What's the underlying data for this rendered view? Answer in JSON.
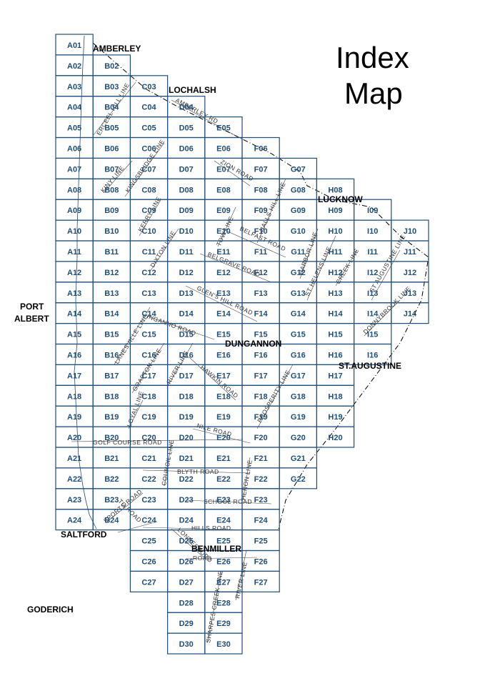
{
  "title_line1": "Index",
  "title_line2": "Map",
  "colors": {
    "grid": "#1f4e79",
    "road": "#444444",
    "text": "#000000"
  },
  "places": [
    {
      "name": "AMBERLEY"
    },
    {
      "name": "LOCHALSH"
    },
    {
      "name": "LUCKNOW"
    },
    {
      "name": "PORT"
    },
    {
      "name": "ALBERT"
    },
    {
      "name": "DUNGANNON"
    },
    {
      "name": "ST.AUGUSTINE"
    },
    {
      "name": "SALTFORD"
    },
    {
      "name": "BENMILLER"
    },
    {
      "name": "GODERICH"
    }
  ],
  "roads": [
    {
      "name": "ERCEEL HILL LINE"
    },
    {
      "name": "AMBERLEY RD"
    },
    {
      "name": "KINY LINE"
    },
    {
      "name": "KINGSBRIDGE LINE"
    },
    {
      "name": "ZION ROAD"
    },
    {
      "name": "KERRY LINE"
    },
    {
      "name": "HALLS HILL LINE"
    },
    {
      "name": "DIXTON LINE"
    },
    {
      "name": "BELFAST ROAD"
    },
    {
      "name": "TOW LINE"
    },
    {
      "name": "BELGRAVE ROAD"
    },
    {
      "name": "HARBOR LINE"
    },
    {
      "name": "CREEK LINE"
    },
    {
      "name": "ST AUGUSTINE LINE"
    },
    {
      "name": "GLEN'S HILL ROAD"
    },
    {
      "name": "ST HELENS LINE"
    },
    {
      "name": "DONNYBROOK LINE"
    },
    {
      "name": "INGANNO ROAD"
    },
    {
      "name": "LANESVILLE LINE"
    },
    {
      "name": "GRAFTON LINE"
    },
    {
      "name": "RIVER LINE"
    },
    {
      "name": "HAWKIN ROAD"
    },
    {
      "name": "PROSPERITY LINE"
    },
    {
      "name": "LOYAL LINE"
    },
    {
      "name": "NILE ROAD"
    },
    {
      "name": "GOLF COURSE ROAD"
    },
    {
      "name": "COUNCIL LINE"
    },
    {
      "name": "BLYTH ROAD"
    },
    {
      "name": "HERON LINE"
    },
    {
      "name": "SCHOOL ROAD"
    },
    {
      "name": "TO ROAD"
    },
    {
      "name": "SPORTS ROAD"
    },
    {
      "name": "LONDESBORO"
    },
    {
      "name": "HILLS ROAD"
    },
    {
      "name": "ROAD"
    },
    {
      "name": "SHARPES CREEK LINE"
    },
    {
      "name": "RIVER LINE"
    }
  ],
  "columns": [
    "A",
    "B",
    "C",
    "D",
    "E",
    "F",
    "G",
    "H",
    "I",
    "J"
  ],
  "column_rows": [
    [
      1,
      24
    ],
    [
      2,
      24
    ],
    [
      3,
      27
    ],
    [
      4,
      30
    ],
    [
      5,
      30
    ],
    [
      6,
      27
    ],
    [
      7,
      22
    ],
    [
      8,
      20
    ],
    [
      9,
      16
    ],
    [
      10,
      14
    ]
  ]
}
